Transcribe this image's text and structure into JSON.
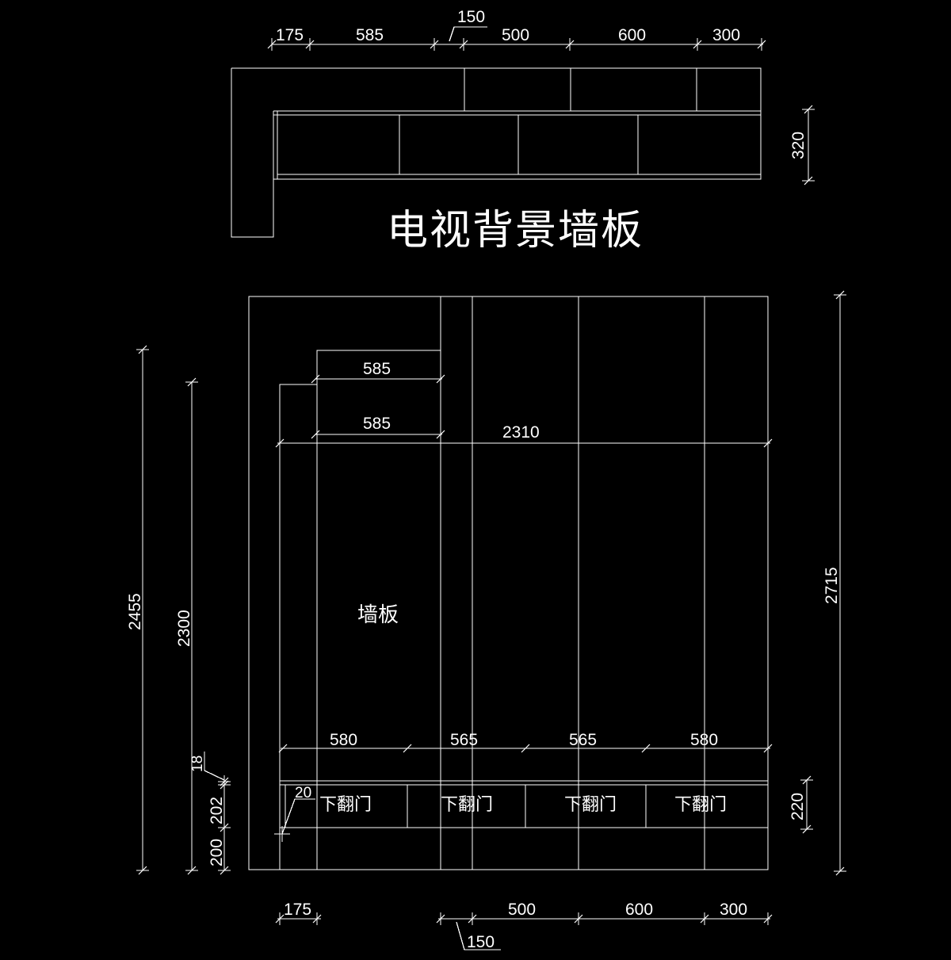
{
  "title": "电视背景墙板",
  "wall_label": "墙板",
  "door_label": "下翻门",
  "plan_view": {
    "top_dims": [
      "175",
      "585",
      "150",
      "500",
      "600",
      "300"
    ],
    "depth_dim": "320"
  },
  "elevation": {
    "top_dims": [
      "585",
      "585",
      "2310"
    ],
    "cabinet_dims": [
      "580",
      "565",
      "565",
      "580"
    ],
    "left_dims": [
      "2455",
      "2300",
      "18",
      "202",
      "200",
      "20"
    ],
    "right_dims": [
      "2715",
      "220"
    ],
    "bottom_dims": [
      "175",
      "500",
      "600",
      "300",
      "150"
    ]
  },
  "colors": {
    "background": "#000000",
    "line": "#ffffff"
  }
}
